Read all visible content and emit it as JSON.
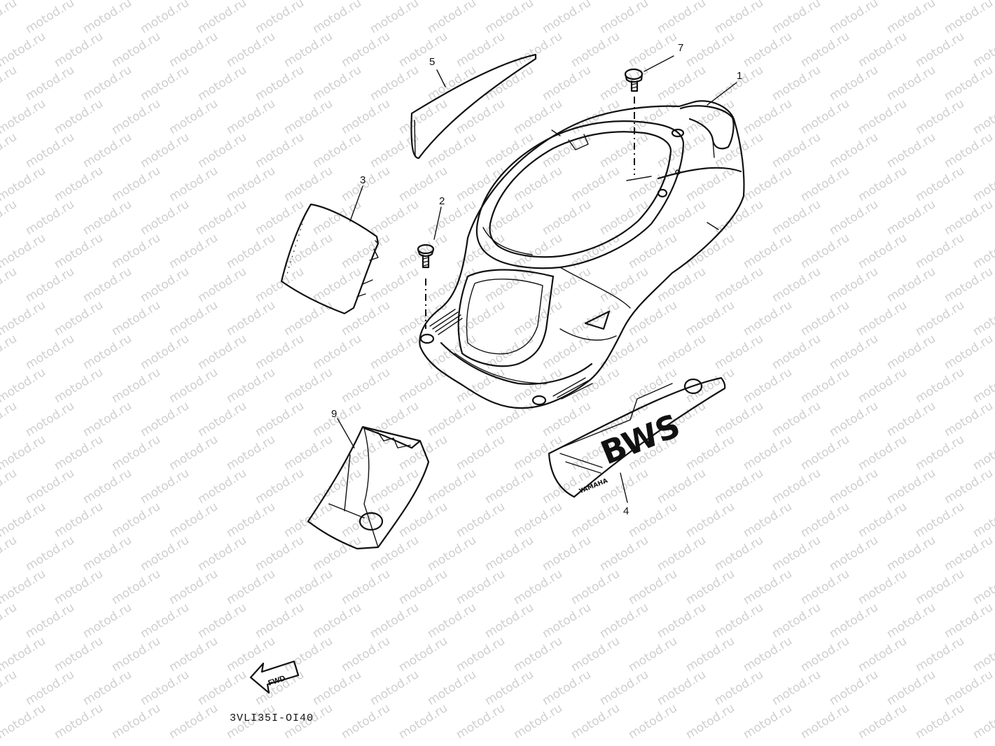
{
  "watermark": "motod.ru",
  "diagram_code": "3VLI35I-OI40",
  "fwd_label": "FWD",
  "decal_brand": "BWS",
  "decal_subtext": "YAMAHA",
  "callouts": {
    "c1": "1",
    "c2": "2",
    "c3": "3",
    "c4": "4",
    "c5": "5",
    "c7": "7",
    "c9": "9"
  }
}
